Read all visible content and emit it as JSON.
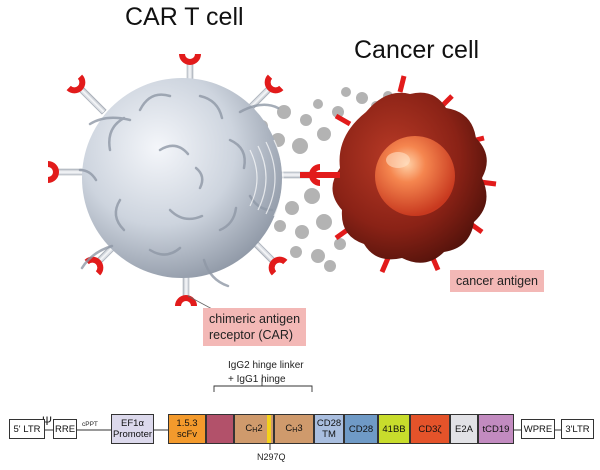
{
  "illustration": {
    "car_t_cell_title": "CAR T cell",
    "cancer_cell_title": "Cancer cell",
    "car_label_line1": "chimeric antigen",
    "car_label_line2": "receptor (CAR)",
    "antigen_label": "cancer antigen",
    "colors": {
      "t_cell": "#cfd6e0",
      "receptor": "#e21b1b",
      "cancer_cell": "#8e2317",
      "nucleus": "#ef6a3a",
      "label_bg": "#f3b8b6"
    }
  },
  "construct": {
    "psi_label": "Ψ",
    "cppt_label": "cPPT",
    "hinge_annotation_line1": "IgG2 hinge linker",
    "hinge_annotation_line2": "+ IgG1 hinge",
    "mutation_label": "N297Q",
    "elements": [
      {
        "name": "ltr-5",
        "line1": "5' LTR",
        "line2": ""
      },
      {
        "name": "rre",
        "line1": "RRE",
        "line2": ""
      },
      {
        "name": "ef1a-promoter",
        "line1": "EF1α",
        "line2": "Promoter"
      },
      {
        "name": "scfv",
        "line1": "1.5.3",
        "line2": "scFv"
      },
      {
        "name": "hinge",
        "line1": "",
        "line2": ""
      },
      {
        "name": "ch2",
        "line1": "C",
        "sub": "H",
        "tail": "2"
      },
      {
        "name": "ch3",
        "line1": "C",
        "sub": "H",
        "tail": "3"
      },
      {
        "name": "cd28-tm",
        "line1": "CD28",
        "line2": "TM"
      },
      {
        "name": "cd28",
        "line1": "CD28",
        "line2": ""
      },
      {
        "name": "41bb",
        "line1": "41BB",
        "line2": ""
      },
      {
        "name": "cd3z",
        "line1": "CD3ζ",
        "line2": ""
      },
      {
        "name": "e2a",
        "line1": "E2A",
        "line2": ""
      },
      {
        "name": "tcd19",
        "line1": "tCD19",
        "line2": ""
      },
      {
        "name": "wpre",
        "line1": "WPRE",
        "line2": ""
      },
      {
        "name": "ltr-3",
        "line1": "3'LTR",
        "line2": ""
      }
    ]
  }
}
